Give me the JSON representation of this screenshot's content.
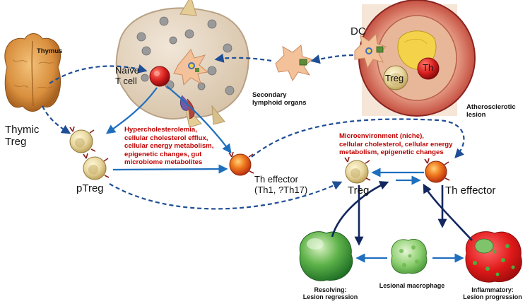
{
  "labels": {
    "thymus": "Thymus",
    "naive_t_cell": [
      "Naïve",
      "T cell"
    ],
    "secondary_lymphoid": [
      "Secondary",
      "lymphoid organs"
    ],
    "dc": "DC",
    "th_lesion": "Th",
    "treg_lesion": "Treg",
    "atherosclerotic_lesion": [
      "Atherosclerotic",
      "lesion"
    ],
    "thymic_treg": [
      "Thymic",
      "Treg"
    ],
    "ptreg": "pTreg",
    "th_effector_left": "Th effector",
    "th_effector_left_sub": "(Th1, ?Th17)",
    "factors_systemic": [
      "Hypercholesterolemia,",
      "cellular cholesterol efflux,",
      "cellular energy metabolism,",
      "epigenetic changes, gut",
      "microbiome metabolites"
    ],
    "factors_niche": [
      "Microenvironment (niche),",
      "cellular cholesterol, cellular energy",
      "metabolism, epigenetic changes"
    ],
    "treg_right": "Treg",
    "th_effector_right": "Th effector",
    "resolving": [
      "Resolving:",
      "Lesion regression"
    ],
    "lesional_macrophage": "Lesional macrophage",
    "inflammatory": [
      "Inflammatory:",
      "Lesion progression"
    ]
  },
  "colors": {
    "arrow_solid": "#1f6fbf",
    "arrow_dashed": "#1f4e96",
    "arrow_dark": "#13275e",
    "text_red": "#c00000"
  }
}
